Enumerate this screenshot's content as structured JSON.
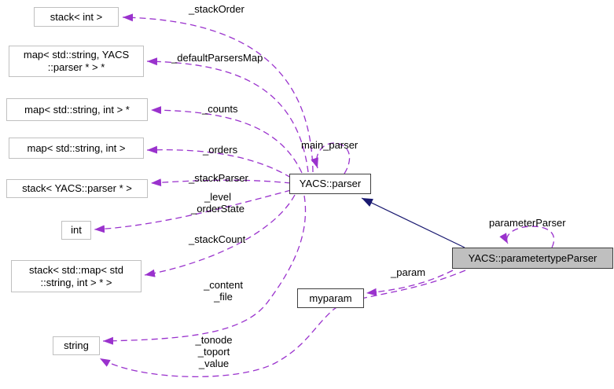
{
  "diagram_type": "doxygen-collaboration-graph",
  "colors": {
    "usage_edge": "#9a32cd",
    "inheritance_edge": "#191970",
    "node_fill": "#ffffff",
    "external_node_border": "#c0c0c0",
    "documented_node_border": "#3f3f3f",
    "current_node_fill": "#bfbfbf",
    "text": "#000000",
    "background": "#ffffff"
  },
  "nodes": {
    "stack_int": {
      "label": "stack< int >"
    },
    "map_string_yacs_parser": {
      "label": "map< std::string, YACS\n::parser * > *"
    },
    "map_string_int_ptr": {
      "label": "map< std::string, int > *"
    },
    "map_string_int": {
      "label": "map< std::string, int >"
    },
    "stack_yacs_parser": {
      "label": "stack< YACS::parser * >"
    },
    "int": {
      "label": "int"
    },
    "stack_map_string_int": {
      "label": "stack< std::map< std\n::string, int > * >"
    },
    "string": {
      "label": "string"
    },
    "yacs_parser": {
      "label": "YACS::parser"
    },
    "myparam": {
      "label": "myparam"
    },
    "yacs_parametertypeparser": {
      "label": "YACS::parametertypeParser"
    }
  },
  "edge_labels": {
    "stack_order": "_stackOrder",
    "default_parsers_map": "_defaultParsersMap",
    "counts": "_counts",
    "orders": "_orders",
    "stack_parser": "_stackParser",
    "level_order_state": "_level\n_orderState",
    "stack_count": "_stackCount",
    "content_file": "_content\n_file",
    "tonode_toport_value": "_tonode\n_toport\n_value",
    "main_parser": "main_parser",
    "parameter_parser": "parameterParser",
    "param": "_param"
  }
}
